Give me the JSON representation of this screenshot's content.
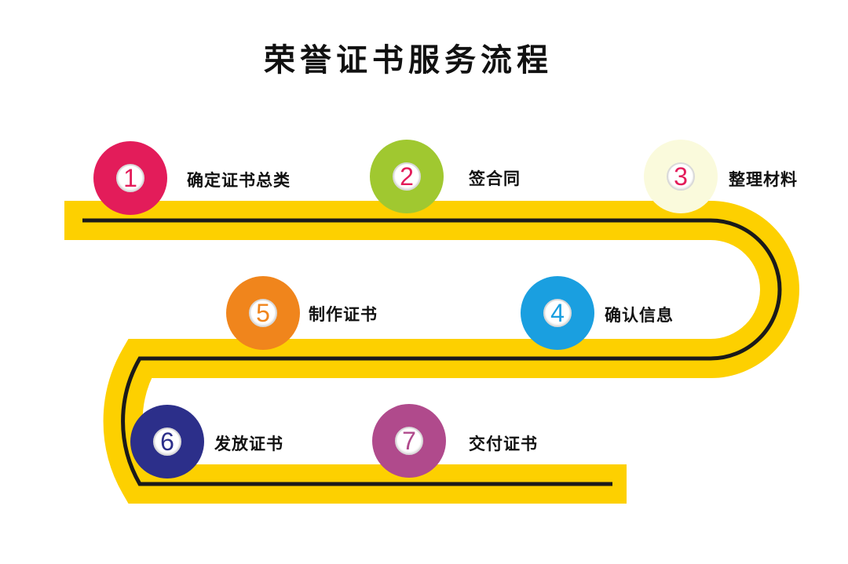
{
  "title": "荣誉证书服务流程",
  "steps": [
    {
      "number": "1",
      "label": "确定证书总类",
      "color": "#e31c5a",
      "text_color": "#e31c5a"
    },
    {
      "number": "2",
      "label": "签合同",
      "color": "#a0c830",
      "text_color": "#e31c5a"
    },
    {
      "number": "3",
      "label": "整理材料",
      "color": "#fafadc",
      "text_color": "#e31c5a"
    },
    {
      "number": "4",
      "label": "确认信息",
      "color": "#1a9fe0",
      "text_color": "#1a9fe0"
    },
    {
      "number": "5",
      "label": "制作证书",
      "color": "#f0851c",
      "text_color": "#f0851c"
    },
    {
      "number": "6",
      "label": "发放证书",
      "color": "#2c2f8a",
      "text_color": "#2c2f8a"
    },
    {
      "number": "7",
      "label": "交付证书",
      "color": "#b04a8c",
      "text_color": "#b04a8c"
    }
  ],
  "road": {
    "fill": "#fdd000",
    "line": "#1a1a1a"
  }
}
